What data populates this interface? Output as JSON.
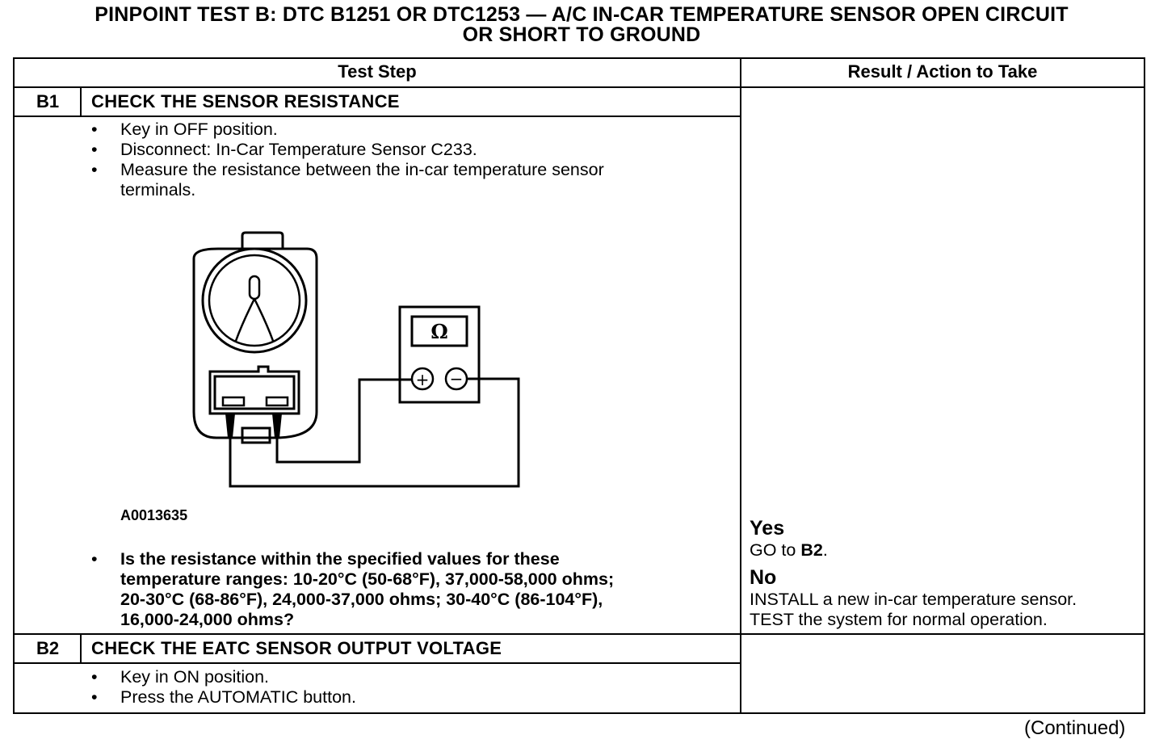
{
  "title": {
    "line1": "PINPOINT TEST B: DTC B1251 OR DTC1253 — A/C IN-CAR TEMPERATURE SENSOR OPEN CIRCUIT",
    "line2": "OR SHORT TO GROUND"
  },
  "table": {
    "header_step": "Test Step",
    "header_result": "Result / Action to Take"
  },
  "steps": [
    {
      "id": "B1",
      "title": "CHECK THE SENSOR RESISTANCE",
      "bullets": [
        "Key in OFF position.",
        "Disconnect: In-Car Temperature Sensor C233.",
        "Measure the resistance between the in-car temperature sensor",
        "terminals."
      ],
      "figure_id": "A0013635",
      "meter_symbol": "Ω",
      "meter_plus": "+",
      "meter_minus": "−",
      "question": [
        "Is the resistance within the specified values for these",
        "temperature ranges: 10-20°C (50-68°F), 37,000-58,000 ohms;",
        "20-30°C (68-86°F), 24,000-37,000 ohms; 30-40°C (86-104°F),",
        "16,000-24,000 ohms?"
      ],
      "result_yes_label": "Yes",
      "result_yes_prefix": "GO to ",
      "result_yes_target": "B2",
      "result_yes_suffix": ".",
      "result_no_label": "No",
      "result_no_lines": [
        "INSTALL a new in-car temperature sensor.",
        "TEST the system for normal operation."
      ]
    },
    {
      "id": "B2",
      "title": "CHECK THE EATC SENSOR OUTPUT VOLTAGE",
      "bullets": [
        "Key in ON position.",
        "Press the AUTOMATIC button."
      ]
    }
  ],
  "bullet_char": "•",
  "continued": "(Continued)"
}
